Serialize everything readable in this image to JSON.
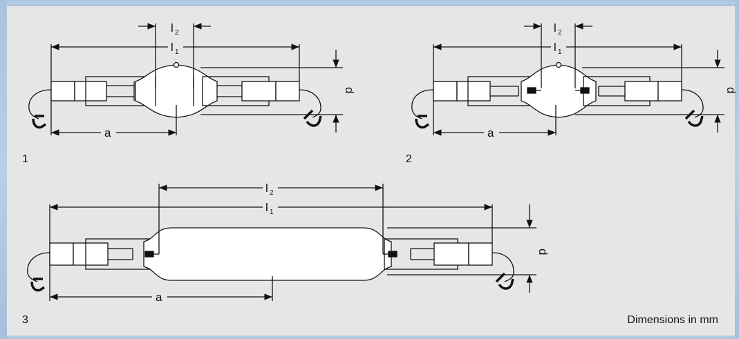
{
  "colors": {
    "background": "#e6e6e6",
    "frame": "#b3cae3",
    "line": "#111111",
    "lamp_fill": "#ffffff"
  },
  "figures": [
    {
      "number": "1",
      "labels": {
        "l2": "l",
        "l2_sub": "2",
        "l1": "l",
        "l1_sub": "1",
        "d": "d",
        "a": "a"
      }
    },
    {
      "number": "2",
      "labels": {
        "l2": "l",
        "l2_sub": "2",
        "l1": "l",
        "l1_sub": "1",
        "d": "d",
        "a": "a"
      }
    },
    {
      "number": "3",
      "labels": {
        "l2": "l",
        "l2_sub": "2",
        "l1": "l",
        "l1_sub": "1",
        "d": "d",
        "a": "a"
      }
    }
  ],
  "footer": {
    "units": "Dimensions in mm"
  }
}
